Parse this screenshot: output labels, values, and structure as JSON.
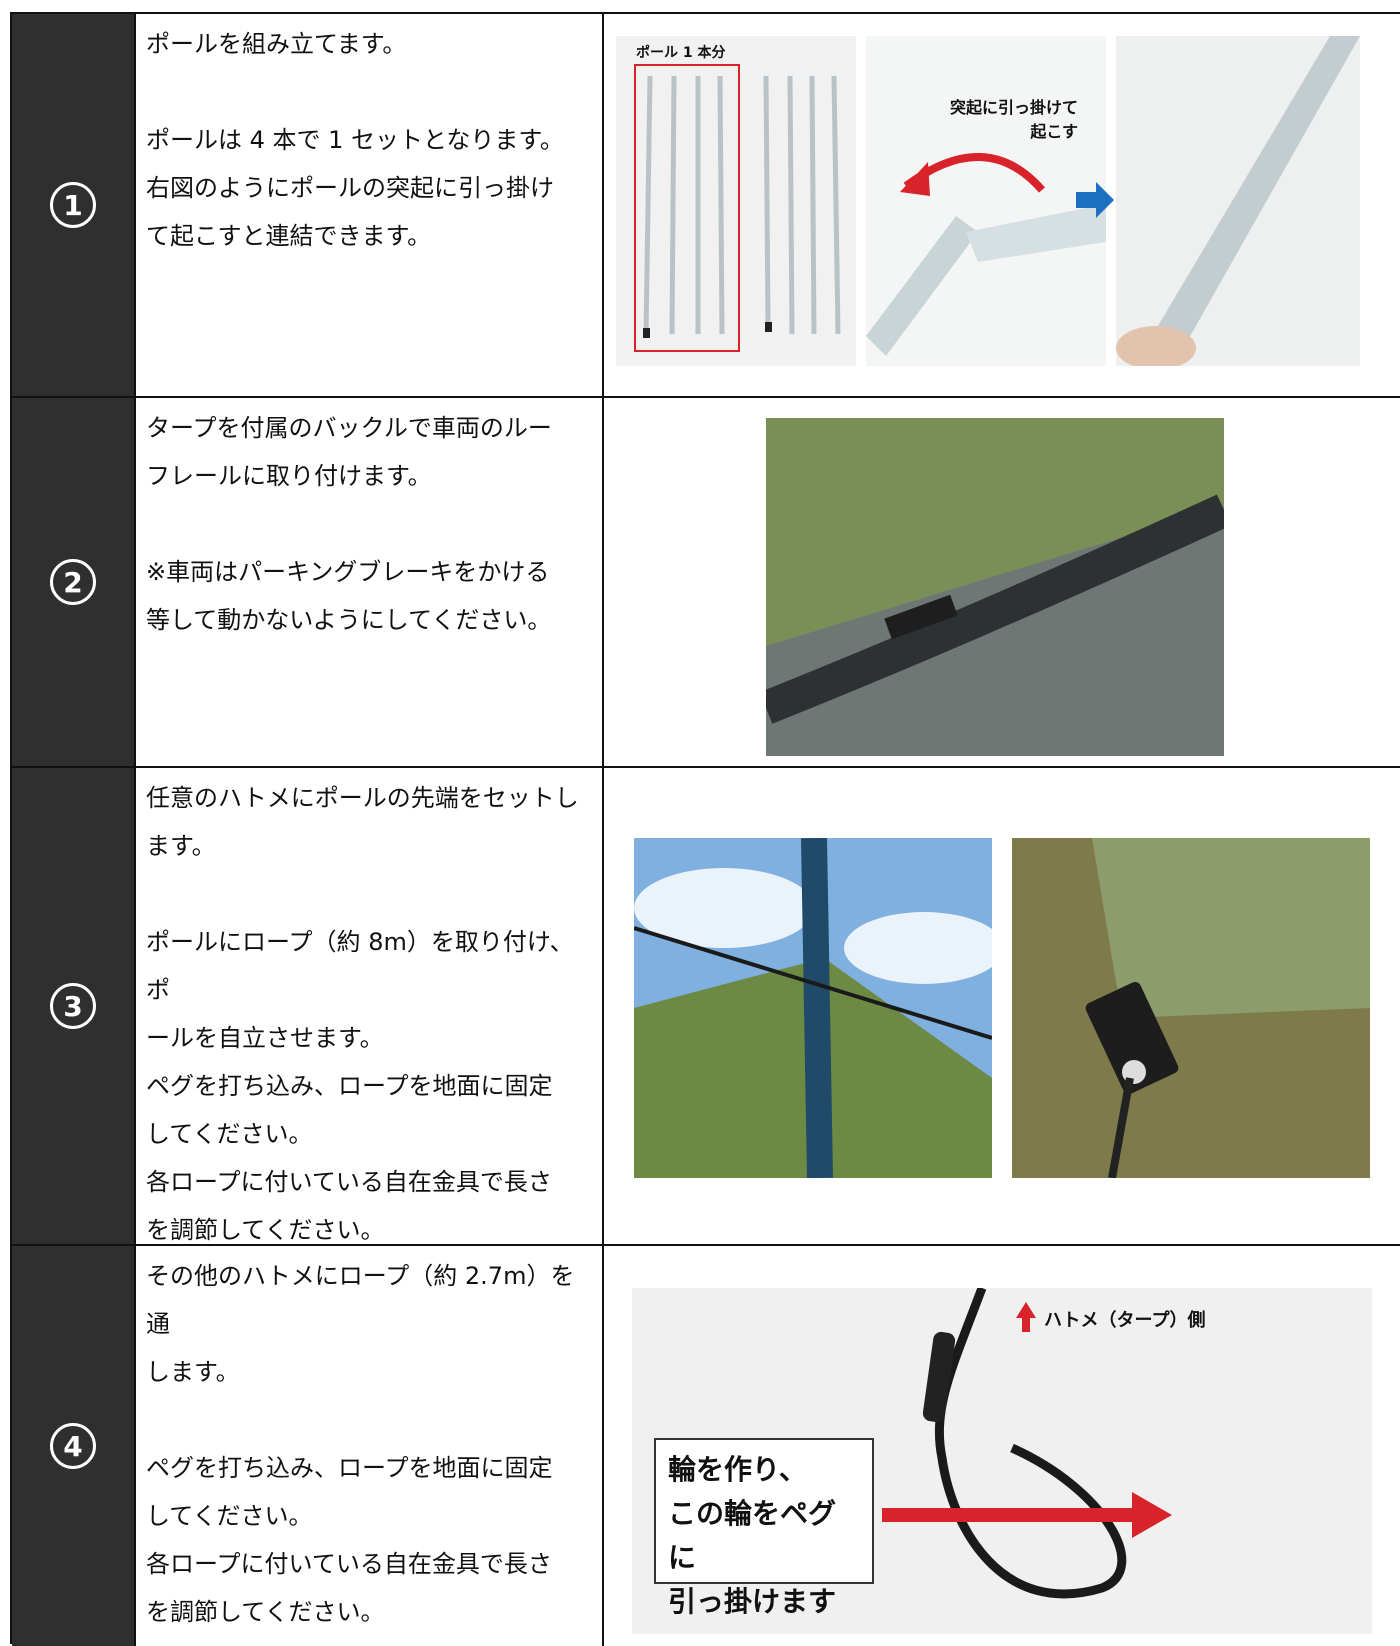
{
  "steps": [
    {
      "number": "1",
      "lines": [
        "ポールを組み立てます。",
        "",
        "ポールは 4 本で 1 セットとなります。",
        "右図のようにポールの突起に引っ掛け",
        "て起こすと連結できます。"
      ],
      "captions": {
        "pole_set": "ポール 1 本分",
        "hook": "突起に引っ掛けて\n起こす"
      }
    },
    {
      "number": "2",
      "lines": [
        "タープを付属のバックルで車両のルー",
        "フレールに取り付けます。",
        "",
        "※車両はパーキングブレーキをかける",
        "等して動かないようにしてください。"
      ]
    },
    {
      "number": "3",
      "lines": [
        "任意のハトメにポールの先端をセットし",
        "ます。",
        "",
        "ポールにロープ（約 8m）を取り付け、ポ",
        "ールを自立させます。",
        "ペグを打ち込み、ロープを地面に固定",
        "してください。",
        "各ロープに付いている自在金具で長さ",
        "を調節してください。"
      ]
    },
    {
      "number": "4",
      "lines": [
        "その他のハトメにロープ（約 2.7m）を通",
        "します。",
        "",
        "ペグを打ち込み、ロープを地面に固定",
        "してください。",
        "各ロープに付いている自在金具で長さ",
        "を調節してください。"
      ],
      "captions": {
        "side": "ハトメ（タープ）側",
        "loop": "輪を作り、\nこの輪をペグに\n引っ掛けます"
      }
    }
  ],
  "colors": {
    "number_bg": "#2f2f2f",
    "tarp_green": "#7a8f55",
    "arrow_red": "#d8232a",
    "arrow_blue": "#1d6fc2"
  }
}
